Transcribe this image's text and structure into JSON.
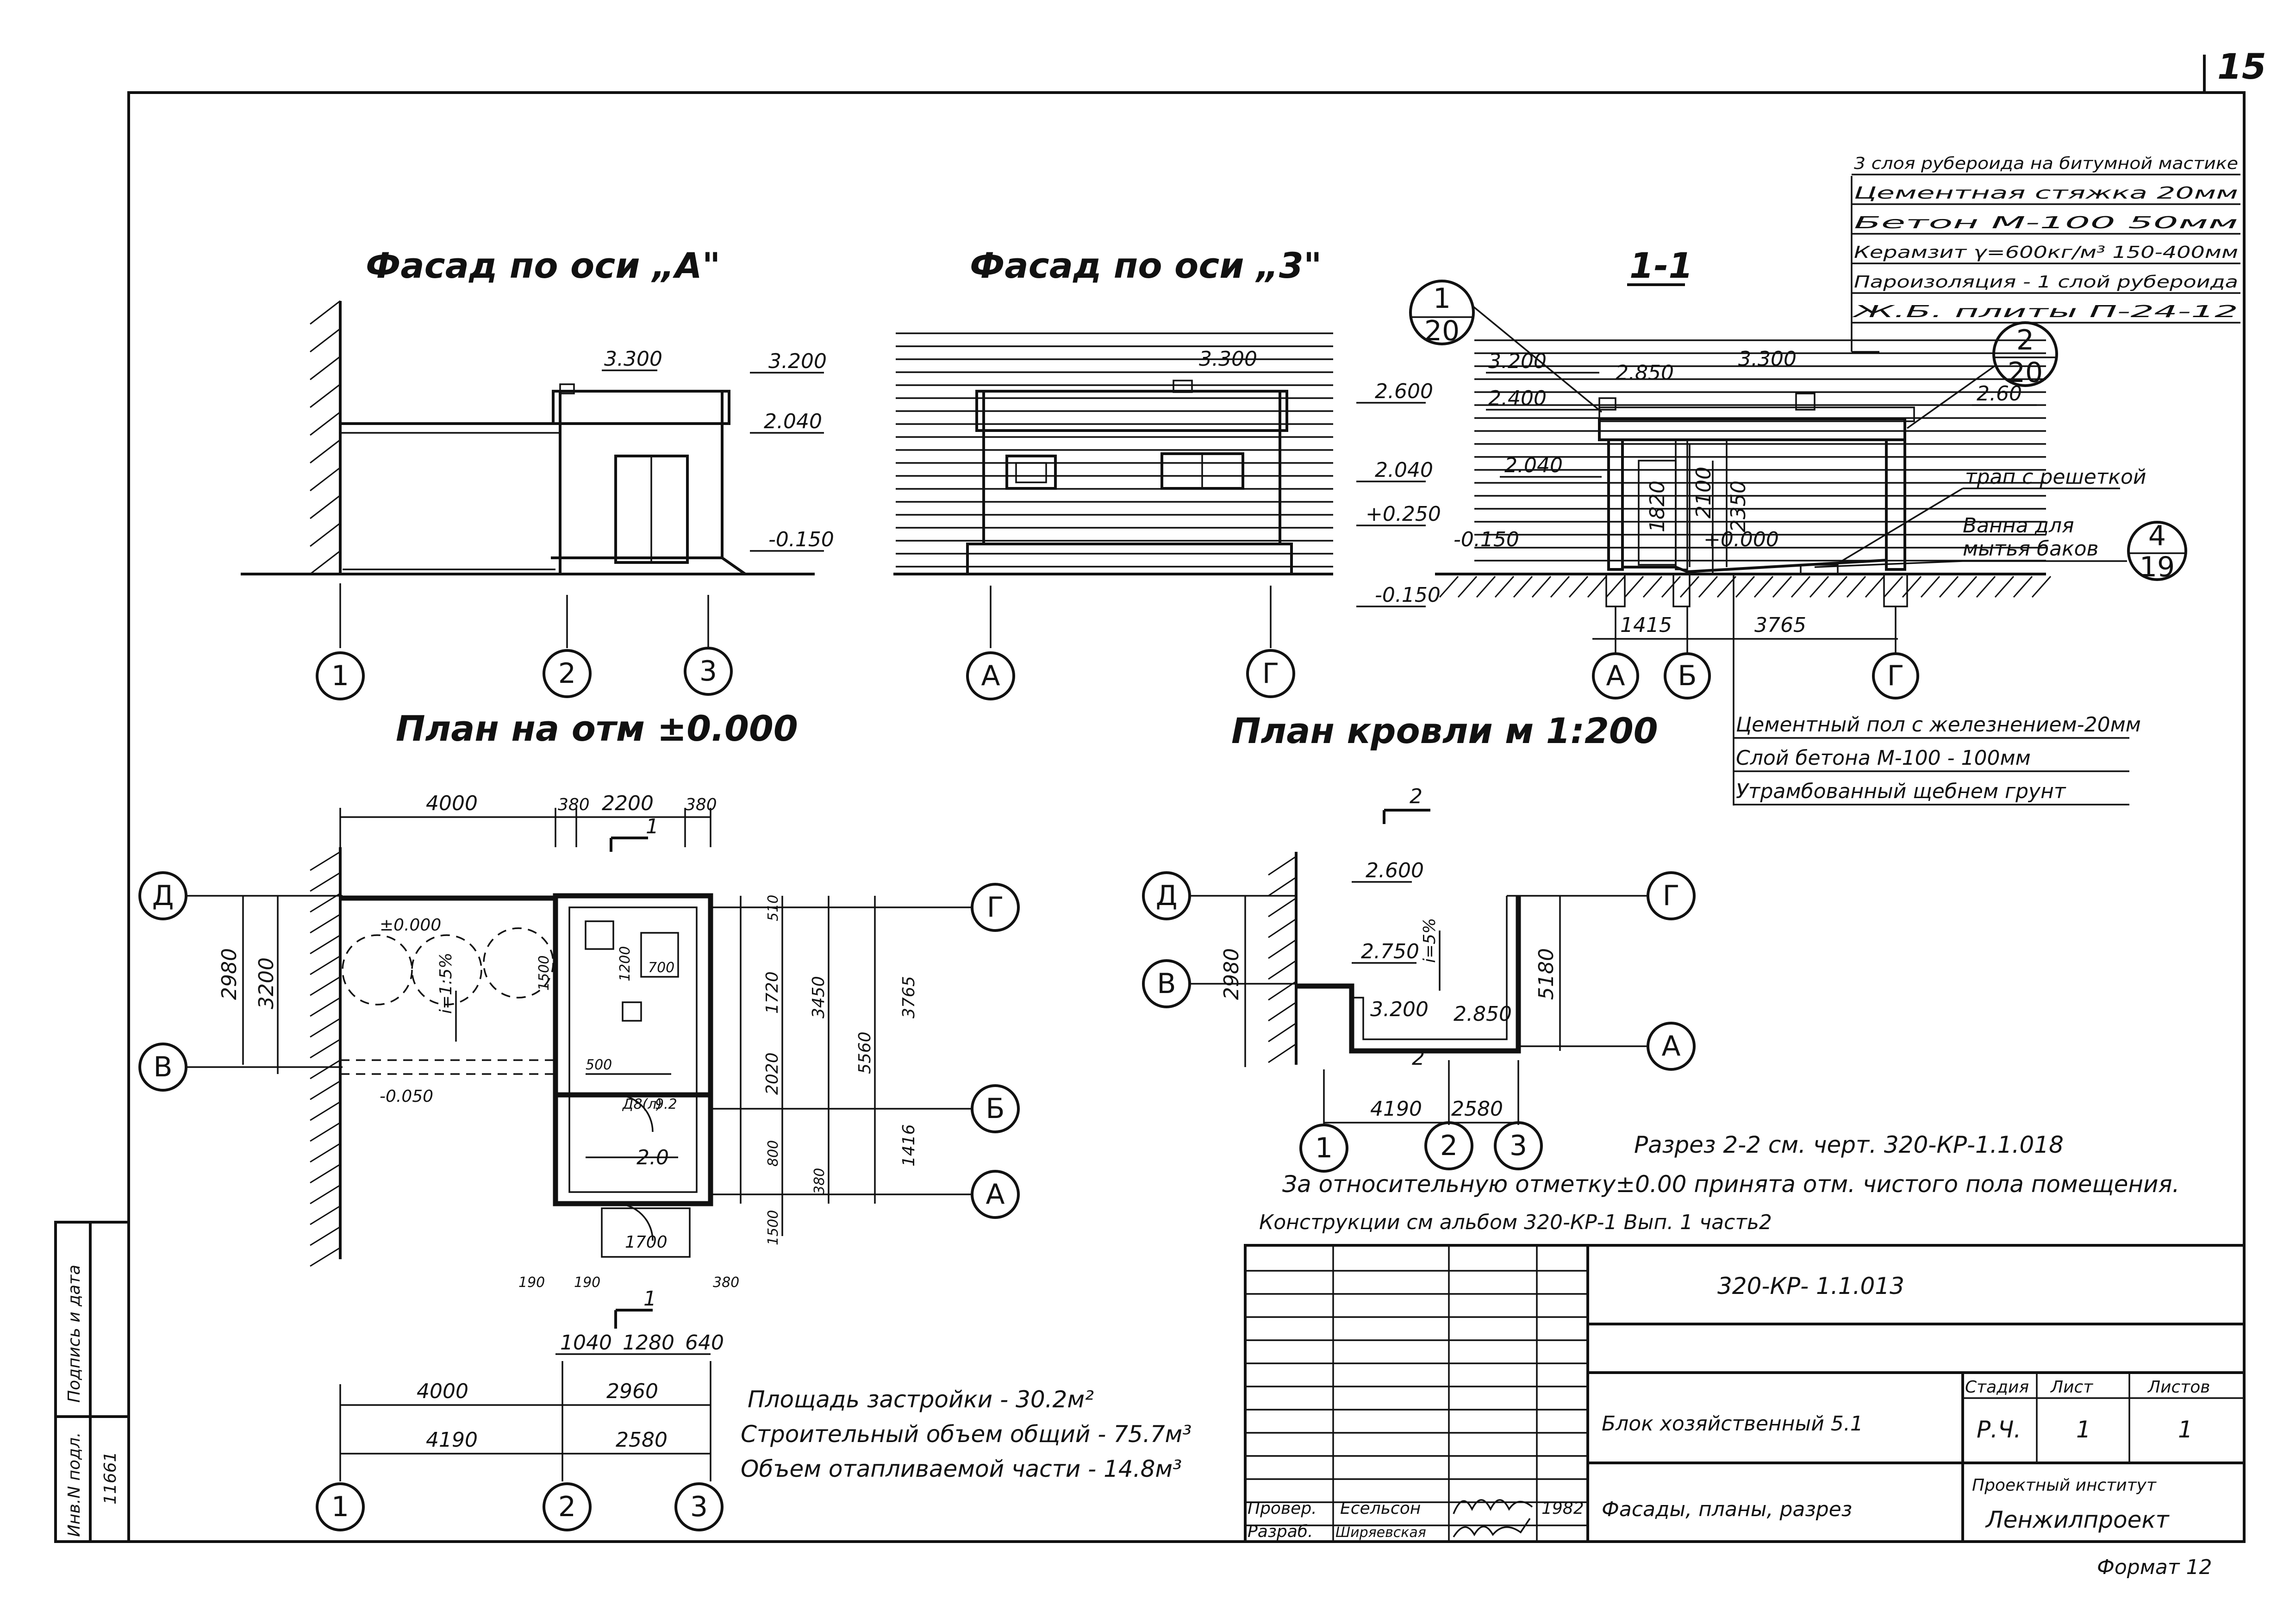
{
  "sheet_number": "15",
  "titles": {
    "facade_a": "Фасад по оси „А\"",
    "facade_3": "Фасад по оси „3\"",
    "section_1_1": "1-1",
    "plan": "План на отм ±0.000",
    "roof_plan": "План кровли м 1:200"
  },
  "roof_layers": [
    "3 слоя рубероида на битумной мастике",
    "Цементная стяжка   20мм",
    "Бетон М-100   50мм",
    "Керамзит  γ=600кг/м³ 150-400мм",
    "Пароизоляция  - 1 слой рубероида",
    "Ж.Б. плиты  П-24-12"
  ],
  "floor_layers": [
    "Цементный пол с железнением-20мм",
    "Слой бетона  М-100   - 100мм",
    "Утрамбованный щебнем грунт"
  ],
  "facade_a": {
    "marks": [
      "3.300",
      "3.200",
      "2.040",
      "-0.150"
    ],
    "axes": [
      "1",
      "2",
      "3"
    ]
  },
  "facade_3": {
    "marks": [
      "3.300",
      "2.600",
      "2.040",
      "+0.250",
      "-0.150"
    ],
    "axes": [
      "А",
      "Г"
    ]
  },
  "section": {
    "callout_1": {
      "top": "1",
      "bottom": "20"
    },
    "callout_2": {
      "top": "2",
      "bottom": "20"
    },
    "callout_4": {
      "top": "4",
      "bottom": "19"
    },
    "marks": [
      "3.200",
      "2.850",
      "3.300",
      "2.400",
      "2.040",
      "2.60",
      "-0.150",
      "+0.000"
    ],
    "heights": [
      "1820",
      "2100",
      "2350"
    ],
    "labels": [
      "трап с решеткой",
      "Ванна  для",
      "мытья  баков"
    ],
    "dims": [
      "1415",
      "3765"
    ],
    "axes": [
      "А",
      "Б",
      "Г"
    ]
  },
  "plan": {
    "top_dims": [
      "4000",
      "380",
      "2200",
      "380"
    ],
    "left_dims": [
      "2980",
      "3200"
    ],
    "right_dims": [
      "510",
      "1720",
      "2020",
      "800",
      "3450",
      "5560",
      "3765",
      "1416",
      "380"
    ],
    "inner": [
      "±0.000",
      "i=1:5%",
      "-0.050",
      "1500",
      "2.0",
      "1700",
      "700",
      "1200",
      "500",
      "9.2",
      "Д8(л)"
    ],
    "bottom_dims_1": [
      "1040",
      "1280",
      "640"
    ],
    "bottom_dims_2": [
      "4000",
      "2960"
    ],
    "bottom_dims_3": [
      "4190",
      "2580"
    ],
    "small_dims": [
      "190",
      "190",
      "380"
    ],
    "section_mark": "1",
    "axes_left": [
      "Д",
      "В"
    ],
    "axes_right": [
      "Г",
      "Б",
      "А"
    ],
    "axes_bottom": [
      "1",
      "2",
      "3"
    ]
  },
  "roof_plan": {
    "marks": [
      "2.600",
      "2.750",
      "3.200",
      "2.850"
    ],
    "slope": "i=5%",
    "dims": [
      "2980",
      "5180",
      "4190",
      "2580"
    ],
    "section_mark": "2",
    "axes_left": [
      "Д",
      "В"
    ],
    "axes_right": [
      "Г",
      "А"
    ],
    "axes_bottom": [
      "1",
      "2",
      "3"
    ]
  },
  "areas": [
    "Площадь застройки - 30.2м²",
    "Строительный объем общий - 75.7м³",
    "Объем отапливаемой части - 14.8м³"
  ],
  "notes": [
    "Разрез 2-2 см. черт. 320-КР-1.1.018",
    "За относительную отметку±0.00 принята отм. чистого пола помещения.",
    "Конструкции см альбом 320-КР-1   Вып. 1   часть2"
  ],
  "title_block": {
    "code": "320-КР- 1.1.013",
    "name": "Блок хозяйственный 5.1",
    "drawing": "Фасады, планы, разрез",
    "stage_h": "Стадия",
    "sheet_h": "Лист",
    "sheets_h": "Листов",
    "stage": "Р.Ч.",
    "sheet": "1",
    "sheets": "1",
    "org1": "Проектный институт",
    "org2": "Ленжилпроект",
    "role1": "Провер.",
    "person1": "Есельсон",
    "role2": "Разраб.",
    "person2": "Ширяевская",
    "year": "1982",
    "format": "Формат 12"
  },
  "side_stamp": {
    "sign": "Подпись и дата",
    "inv": "Инв.N подл.",
    "num": "11661"
  }
}
